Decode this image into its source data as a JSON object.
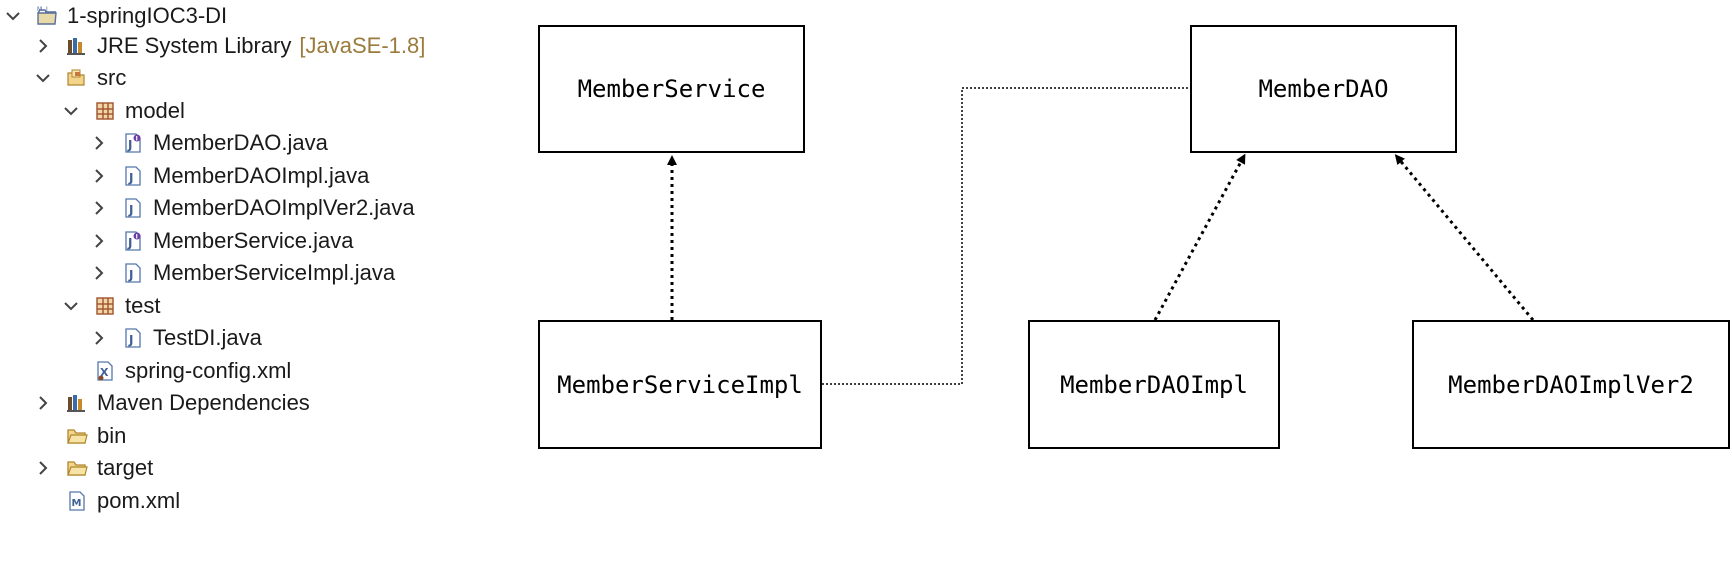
{
  "explorer": {
    "project": {
      "label": "1-springIOC3-DI",
      "icon": "maven-project-icon",
      "expanded": true
    },
    "jre": {
      "label": "JRE System Library",
      "decoration": "[JavaSE-1.8]",
      "icon": "library-icon",
      "expanded": false
    },
    "src": {
      "label": "src",
      "icon": "source-folder-icon",
      "expanded": true
    },
    "model_pkg": {
      "label": "model",
      "icon": "package-icon",
      "expanded": true
    },
    "model_files": [
      {
        "label": "MemberDAO.java",
        "icon": "java-interface-file-icon"
      },
      {
        "label": "MemberDAOImpl.java",
        "icon": "java-file-icon"
      },
      {
        "label": "MemberDAOImplVer2.java",
        "icon": "java-file-icon"
      },
      {
        "label": "MemberService.java",
        "icon": "java-interface-file-icon"
      },
      {
        "label": "MemberServiceImpl.java",
        "icon": "java-file-icon"
      }
    ],
    "test_pkg": {
      "label": "test",
      "icon": "package-icon",
      "expanded": true
    },
    "test_files": [
      {
        "label": "TestDI.java",
        "icon": "java-file-icon"
      }
    ],
    "spring_config": {
      "label": "spring-config.xml",
      "icon": "xml-file-icon"
    },
    "maven_deps": {
      "label": "Maven Dependencies",
      "icon": "library-icon",
      "expanded": false
    },
    "bin": {
      "label": "bin",
      "icon": "folder-icon"
    },
    "target": {
      "label": "target",
      "icon": "folder-icon",
      "expanded": false
    },
    "pom": {
      "label": "pom.xml",
      "icon": "maven-pom-icon"
    }
  },
  "diagram": {
    "nodes": {
      "member_service": "MemberService",
      "member_service_impl": "MemberServiceImpl",
      "member_dao": "MemberDAO",
      "member_dao_impl": "MemberDAOImpl",
      "member_dao_impl_ver2": "MemberDAOImplVer2"
    },
    "edges": [
      {
        "from": "MemberServiceImpl",
        "to": "MemberService",
        "style": "dotted-arrow"
      },
      {
        "from": "MemberDAOImpl",
        "to": "MemberDAO",
        "style": "dotted-arrow"
      },
      {
        "from": "MemberDAOImplVer2",
        "to": "MemberDAO",
        "style": "dotted-arrow"
      },
      {
        "from": "MemberServiceImpl",
        "to": "MemberDAO",
        "style": "dotted-line"
      }
    ]
  }
}
